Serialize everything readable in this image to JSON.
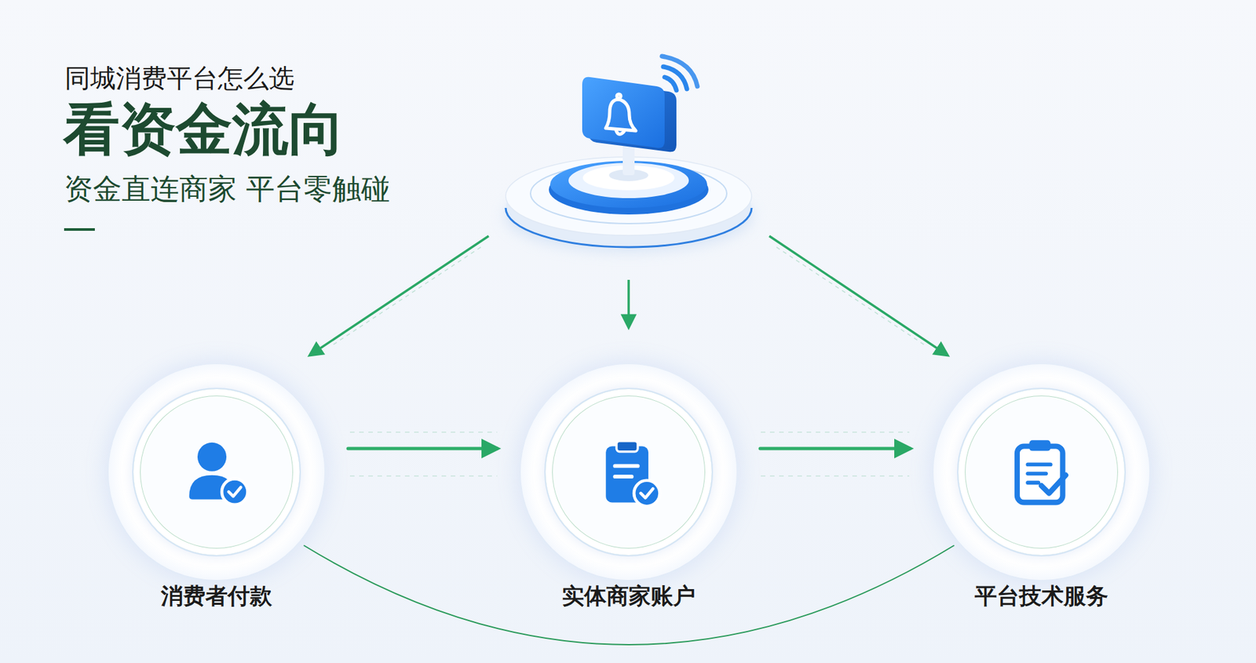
{
  "diagram": {
    "title": "看资金流向",
    "nodes": [
      {
        "text": [
          "消费者付款"
        ]
      },
      {
        "text": [
          "实体商家账户"
        ]
      },
      {
        "text": [
          "平台技术服务"
        ]
      }
    ],
    "edges": [
      {
        "from": 0,
        "to": 1,
        "arrow": "to"
      },
      {
        "from": 1,
        "to": 2,
        "arrow": "to"
      },
      {
        "from": 0,
        "to": 2,
        "arrow": "none"
      }
    ],
    "labels": [
      "同城消费平台怎么选",
      "资金直连商家 平台零触碰"
    ]
  }
}
